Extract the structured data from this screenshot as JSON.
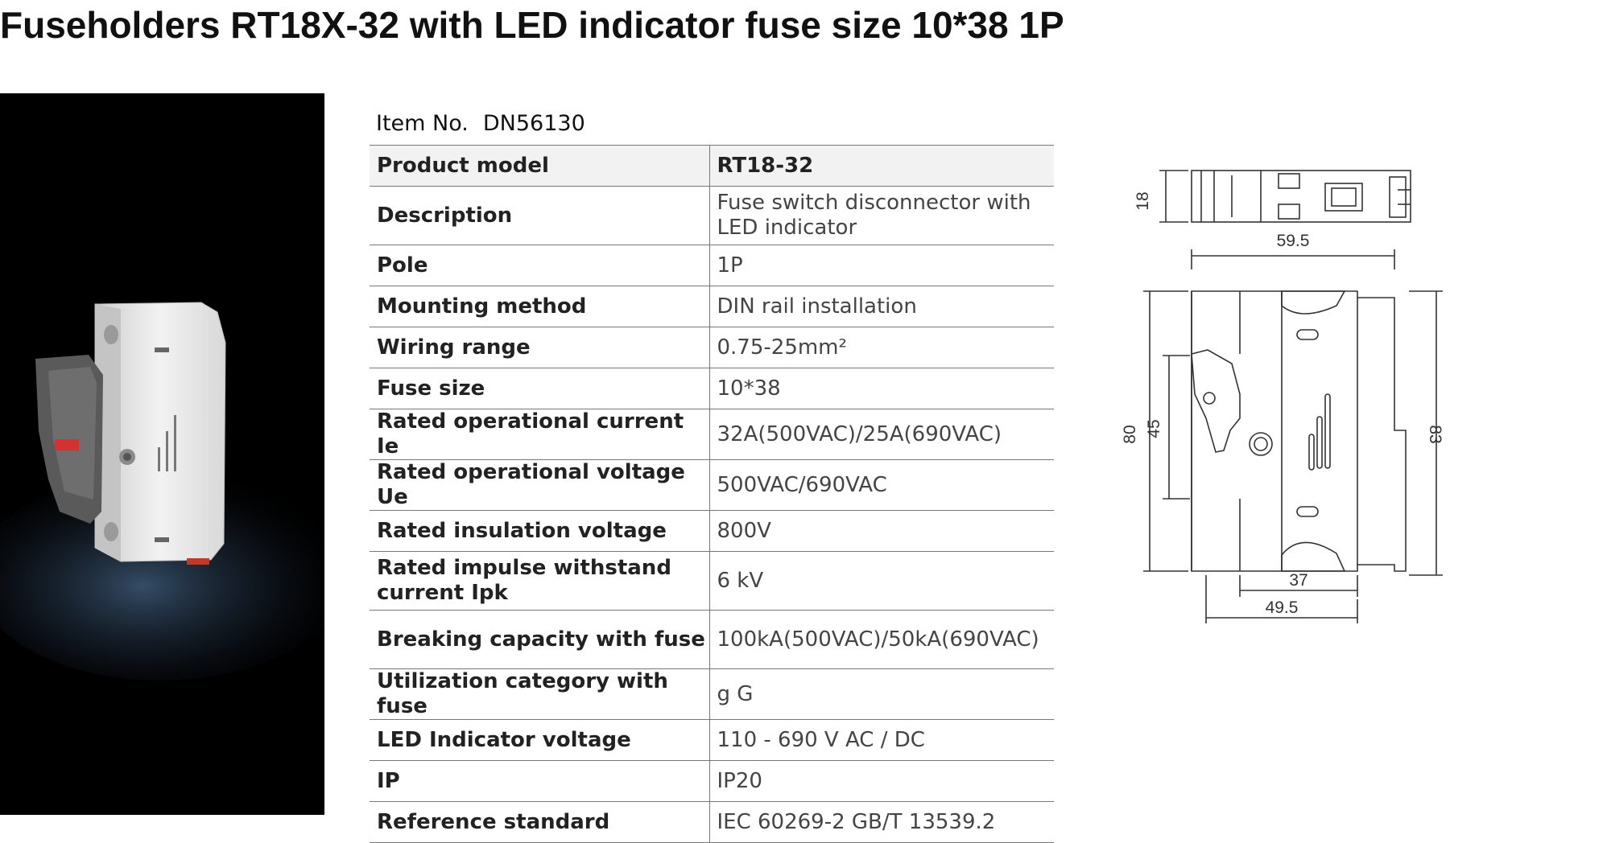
{
  "page": {
    "title": "Fuseholders RT18X-32 with LED indicator fuse size 10*38 1P"
  },
  "item": {
    "label": "Item No.",
    "number": "DN56130"
  },
  "spec_table": {
    "header": {
      "key": "Product model",
      "value": "RT18-32"
    },
    "rows": [
      {
        "key": "Description",
        "value": "Fuse switch disconnector with LED indicator"
      },
      {
        "key": "Pole",
        "value": "1P"
      },
      {
        "key": "Mounting method",
        "value": "DIN rail installation"
      },
      {
        "key": "Wiring range",
        "value": "0.75-25mm²"
      },
      {
        "key": "Fuse size",
        "value": "10*38"
      },
      {
        "key": "Rated operational current Ie",
        "value": "32A(500VAC)/25A(690VAC)"
      },
      {
        "key": "Rated operational voltage Ue",
        "value": "500VAC/690VAC"
      },
      {
        "key": "Rated insulation voltage",
        "value": "800V"
      },
      {
        "key": "Rated impulse withstand current Ipk",
        "value": "6 kV"
      },
      {
        "key": "Breaking capacity with fuse",
        "value": "100kA(500VAC)/50kA(690VAC)"
      },
      {
        "key": "Utilization category with fuse",
        "value": "g G"
      },
      {
        "key": "LED Indicator voltage",
        "value": "110 - 690 V AC / DC"
      },
      {
        "key": "IP",
        "value": "IP20"
      },
      {
        "key": "Reference standard",
        "value": "IEC 60269-2   GB/T 13539.2"
      }
    ]
  },
  "drawing": {
    "dimensions": {
      "top_height": "18",
      "width_top": "59.5",
      "total_height": "80",
      "inner_height": "45",
      "right_height": "83",
      "bottom_width_inner": "37",
      "bottom_width_outer": "49.5"
    }
  },
  "colors": {
    "photo_background": "#000000",
    "product_body": "#e8e8e8",
    "handle": "#555555",
    "led": "#d63030",
    "header_row_background": "#f2f2f2",
    "table_rule": "#777777"
  }
}
